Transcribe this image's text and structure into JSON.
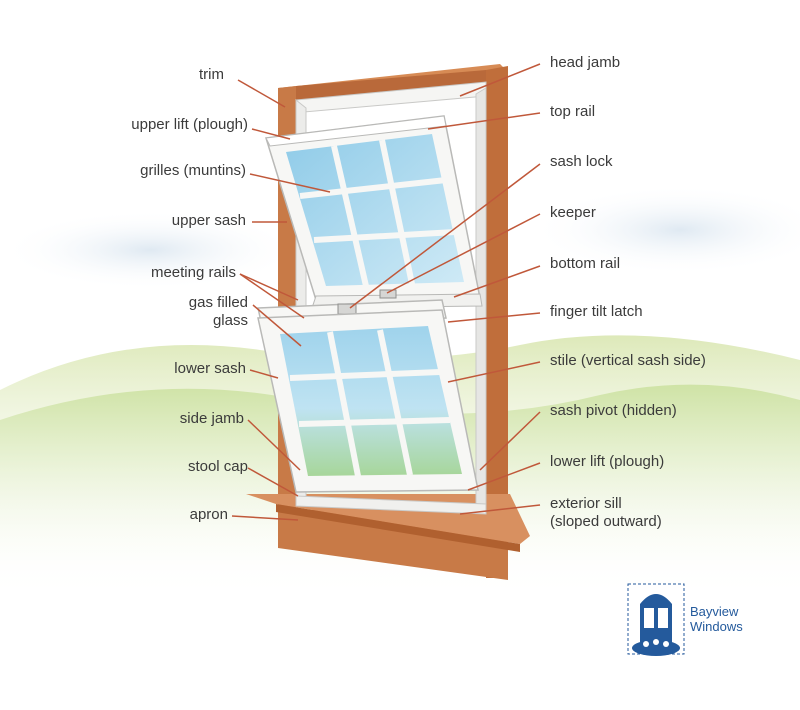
{
  "labels": {
    "trim": "trim",
    "upper_lift": "upper lift (plough)",
    "grilles": "grilles (muntins)",
    "upper_sash": "upper sash",
    "meeting_rails": "meeting rails",
    "gas_filled_glass": "gas filled\nglass",
    "lower_sash": "lower sash",
    "side_jamb": "side jamb",
    "stool_cap": "stool cap",
    "apron": "apron",
    "head_jamb": "head jamb",
    "top_rail": "top rail",
    "sash_lock": "sash lock",
    "keeper": "keeper",
    "bottom_rail": "bottom rail",
    "finger_tilt_latch": "finger tilt latch",
    "stile": "stile (vertical sash side)",
    "sash_pivot": "sash pivot (hidden)",
    "lower_lift": "lower lift (plough)",
    "exterior_sill": "exterior sill\n(sloped outward)"
  },
  "brand": {
    "line1": "Bayview",
    "line2": "Windows"
  },
  "colors": {
    "wood": "#c87a47",
    "wood_dark": "#a85f30",
    "frame": "#f3f3f1",
    "glass": "#a9d8ee",
    "leader": "#c0583a",
    "brand": "#245a9c"
  }
}
